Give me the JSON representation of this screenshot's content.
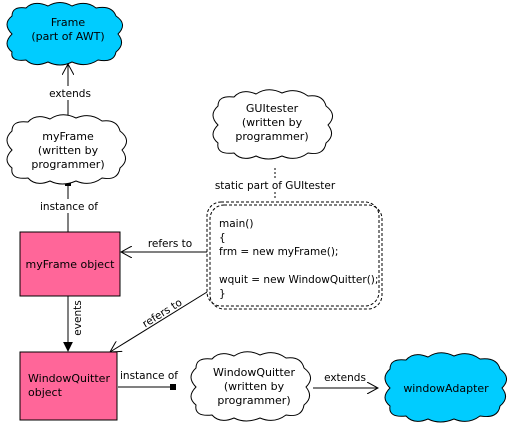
{
  "nodes": {
    "frame": {
      "lines": [
        "Frame",
        "(part of AWT)"
      ],
      "fill": "#00ccff"
    },
    "my_frame_class": {
      "lines": [
        "myFrame",
        "(written by",
        "programmer)"
      ],
      "fill": "#ffffff"
    },
    "guitester": {
      "lines": [
        "GUItester",
        "(written by",
        "programmer)"
      ],
      "fill": "#ffffff"
    },
    "my_frame_object": {
      "text": "myFrame object",
      "fill": "#ff6699"
    },
    "window_quitter_object": {
      "lines": [
        "WindowQuitter",
        "object"
      ],
      "fill": "#ff6699"
    },
    "window_quitter_class": {
      "lines": [
        "WindowQuitter",
        "(written by",
        "programmer)"
      ],
      "fill": "#ffffff"
    },
    "window_adapter": {
      "text": "windowAdapter",
      "fill": "#00ccff"
    }
  },
  "static_part_label": "static part of GUItester",
  "code_lines": [
    "main()",
    "{",
    "frm    = new myFrame();",
    "",
    "wquit = new WindowQuitter();",
    "}"
  ],
  "edge_labels": {
    "extends_top": "extends",
    "instance_of_top": "instance   of",
    "refers_to_1": "refers to",
    "refers_to_2": "refers to",
    "events": "events",
    "instance_of_bottom": "instance of",
    "extends_bottom": "extends"
  }
}
